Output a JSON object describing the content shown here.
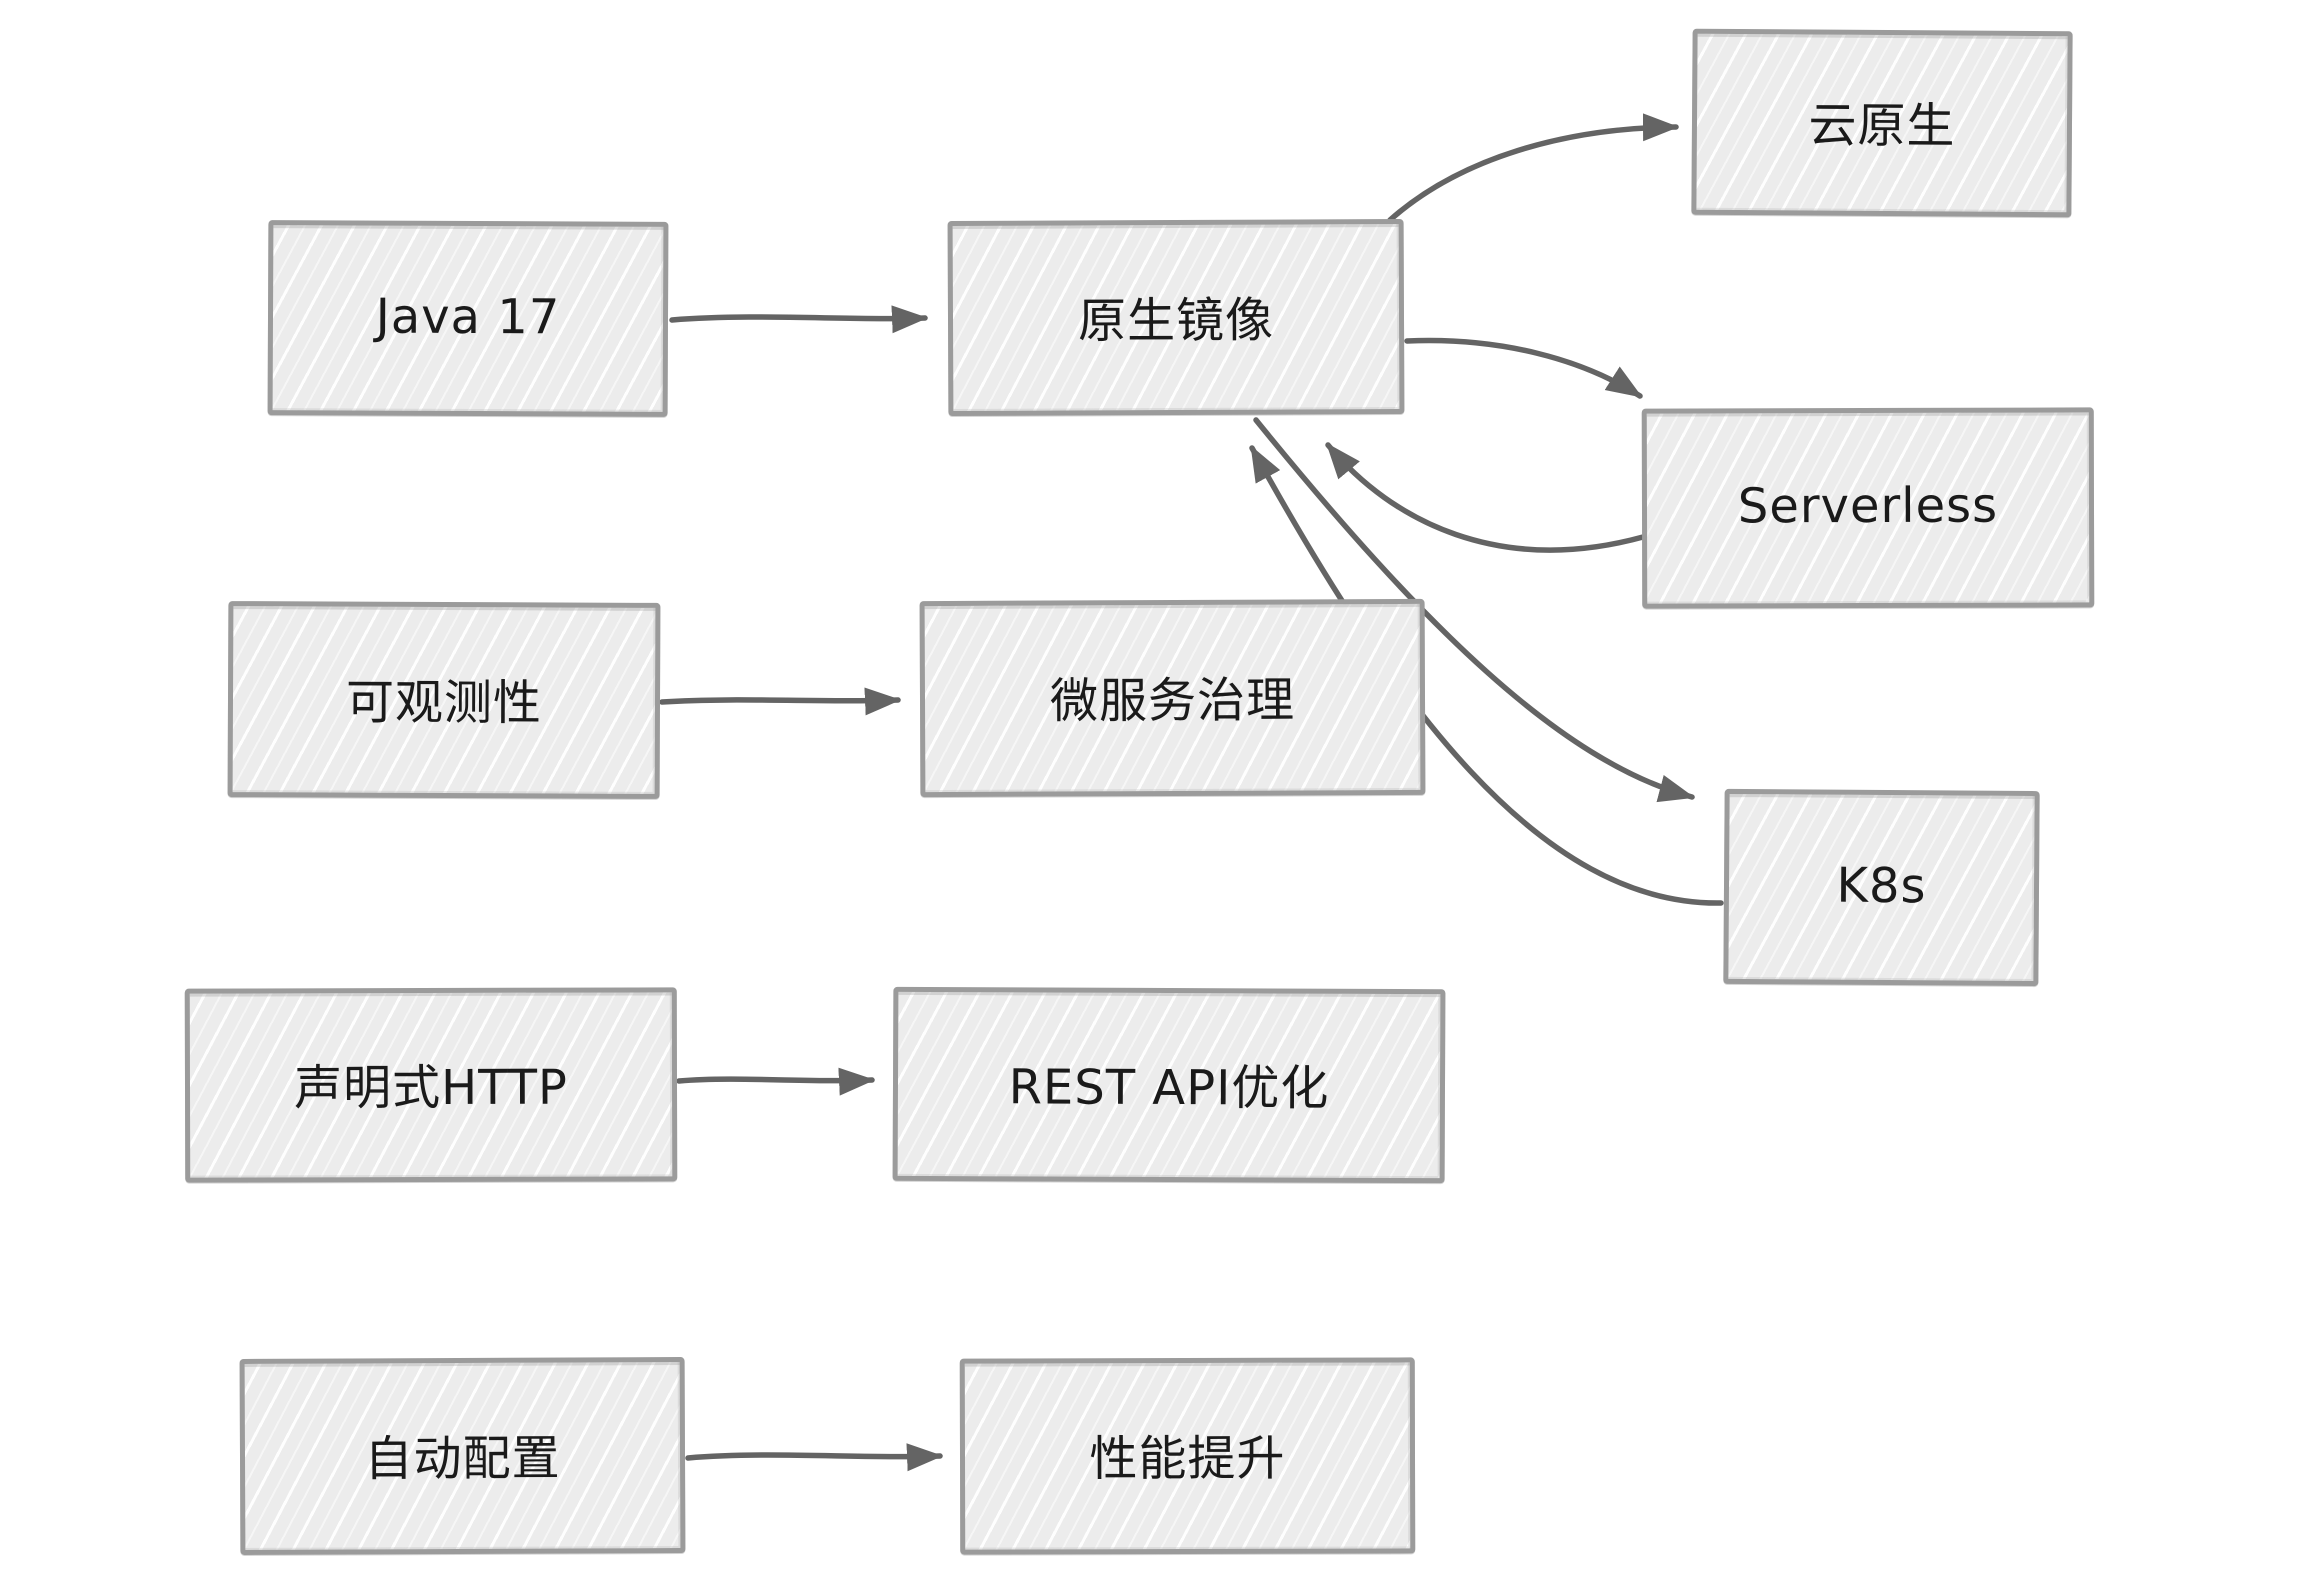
{
  "diagram": {
    "title": "",
    "style": "hand-drawn sketch (whiteboard) flow diagram",
    "colors": {
      "background": "#ffffff",
      "node_fill": "#ececec",
      "node_hatch": "#ffffff",
      "node_border": "#9b9b9b",
      "arrow": "#646464",
      "label_text": "#1a1a1a"
    },
    "nodes": {
      "java17": {
        "label": "Java 17"
      },
      "native_image": {
        "label": "原生镜像"
      },
      "cloud_native": {
        "label": "云原生"
      },
      "serverless": {
        "label": "Serverless"
      },
      "observability": {
        "label": "可观测性"
      },
      "microservice_governance": {
        "label": "微服务治理"
      },
      "k8s": {
        "label": "K8s"
      },
      "declarative_http": {
        "label": "声明式HTTP"
      },
      "rest_api": {
        "label": "REST API优化"
      },
      "auto_config": {
        "label": "自动配置"
      },
      "performance": {
        "label": "性能提升"
      }
    },
    "edges": [
      {
        "from": "java17",
        "to": "native_image"
      },
      {
        "from": "native_image",
        "to": "cloud_native"
      },
      {
        "from": "native_image",
        "to": "serverless"
      },
      {
        "from": "serverless",
        "to": "native_image"
      },
      {
        "from": "native_image",
        "to": "k8s"
      },
      {
        "from": "k8s",
        "to": "native_image"
      },
      {
        "from": "observability",
        "to": "microservice_governance"
      },
      {
        "from": "declarative_http",
        "to": "rest_api"
      },
      {
        "from": "auto_config",
        "to": "performance"
      }
    ]
  }
}
